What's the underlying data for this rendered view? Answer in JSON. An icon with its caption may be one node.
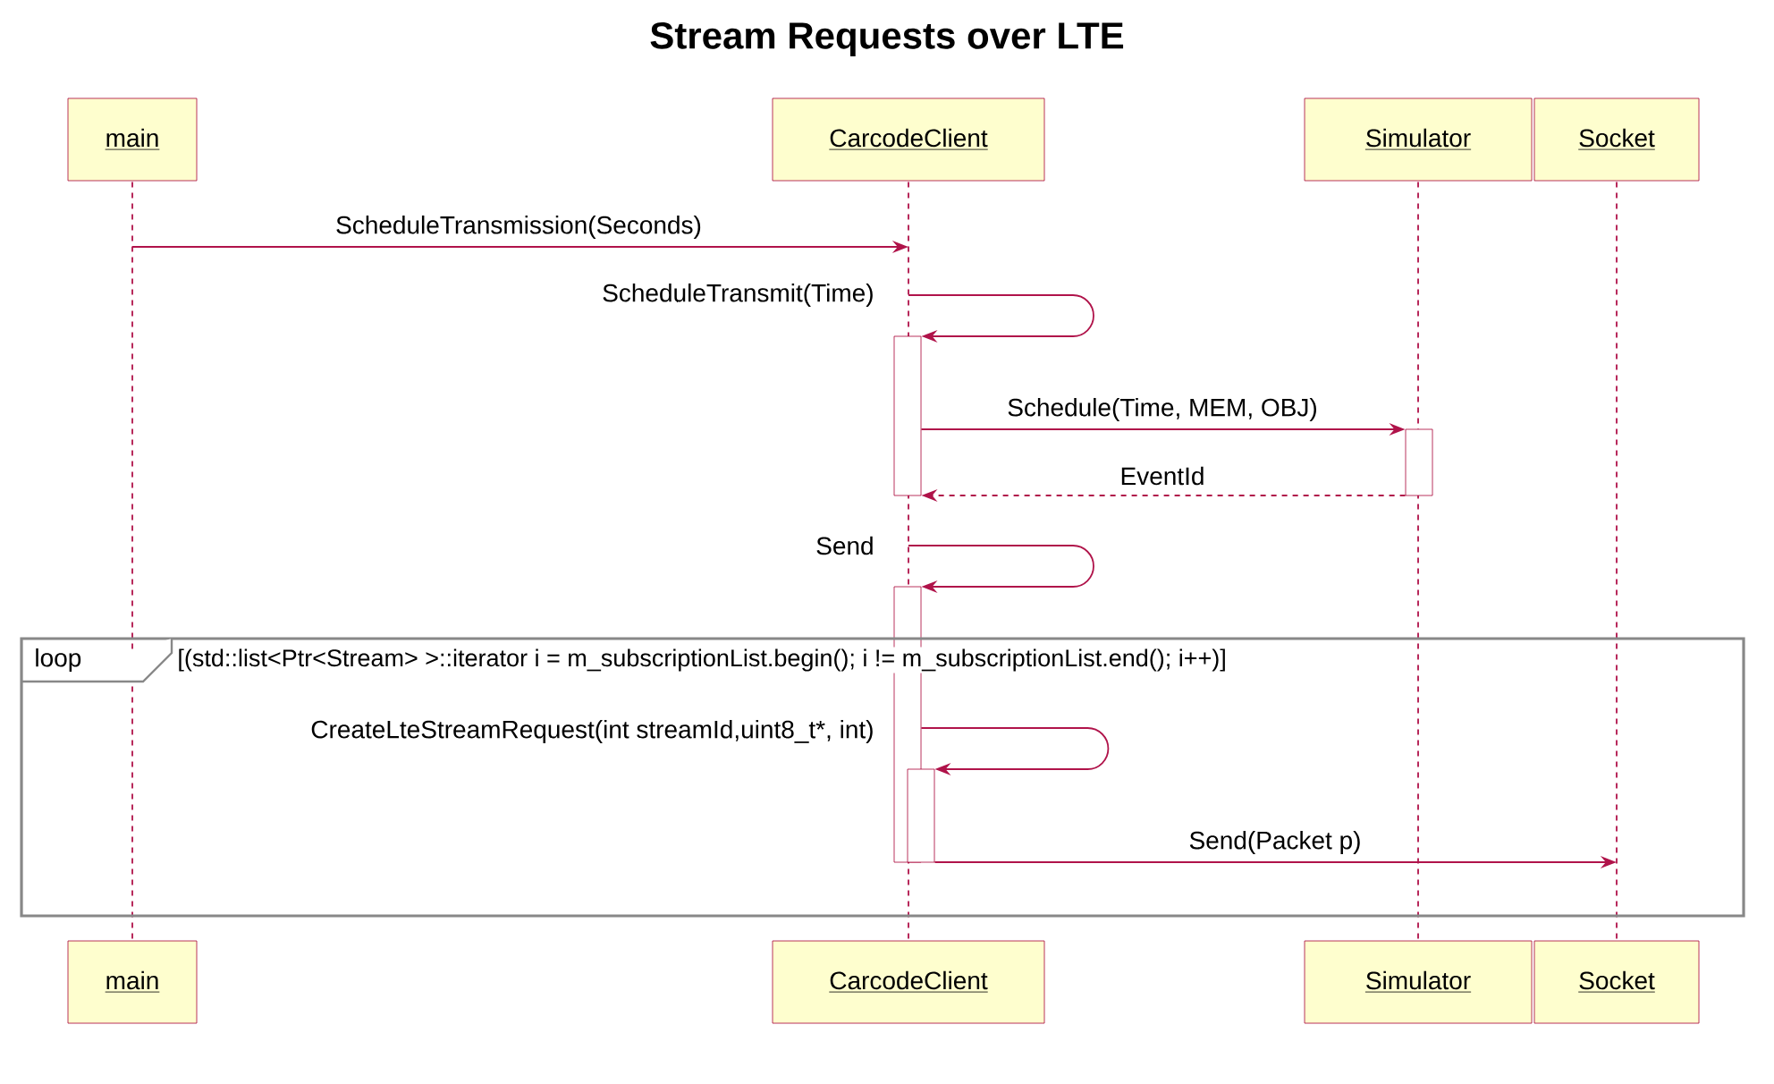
{
  "diagram": {
    "title": "Stream Requests over LTE",
    "nodes": [
      {
        "text": [
          "main"
        ]
      },
      {
        "text": [
          "CarcodeClient"
        ]
      },
      {
        "text": [
          "Simulator"
        ]
      },
      {
        "text": [
          "Socket"
        ]
      },
      {
        "text": [
          "main"
        ]
      },
      {
        "text": [
          "CarcodeClient"
        ]
      },
      {
        "text": [
          "Simulator"
        ]
      },
      {
        "text": [
          "Socket"
        ]
      },
      {
        "text": [],
        "shape": "bar"
      },
      {
        "text": [],
        "shape": "bar"
      },
      {
        "text": [],
        "shape": "bar"
      },
      {
        "text": [],
        "shape": "bar",
        "in": 12
      },
      {
        "text": [
          "loop",
          "[(std::list<Ptr<Stream> >::iterator i = m_subscriptionList.begin(); i != m_subscriptionList.end(); i++)]"
        ]
      },
      {
        "text": [],
        "shape": "line"
      },
      {
        "text": [],
        "shape": "line"
      },
      {
        "text": [],
        "shape": "line"
      },
      {
        "text": [],
        "shape": "line"
      }
    ],
    "edges": [
      {
        "from": 13,
        "to": 14,
        "arrow": "to",
        "label": "ScheduleTransmission(Seconds)"
      },
      {
        "from": 14,
        "to": 8,
        "arrow": "to",
        "label": "ScheduleTransmit(Time)"
      },
      {
        "from": 8,
        "to": 9,
        "arrow": "to",
        "label": "Schedule(Time, MEM, OBJ)"
      },
      {
        "from": 9,
        "to": 8,
        "arrow": "to",
        "label": "EventId",
        "style": "dashed"
      },
      {
        "from": 14,
        "to": 10,
        "arrow": "to",
        "label": "Send"
      },
      {
        "from": 10,
        "to": 11,
        "arrow": "to",
        "label": "CreateLteStreamRequest(int streamId,uint8_t*, int)"
      },
      {
        "from": 11,
        "to": 16,
        "arrow": "to",
        "label": "Send(Packet p)"
      }
    ]
  }
}
